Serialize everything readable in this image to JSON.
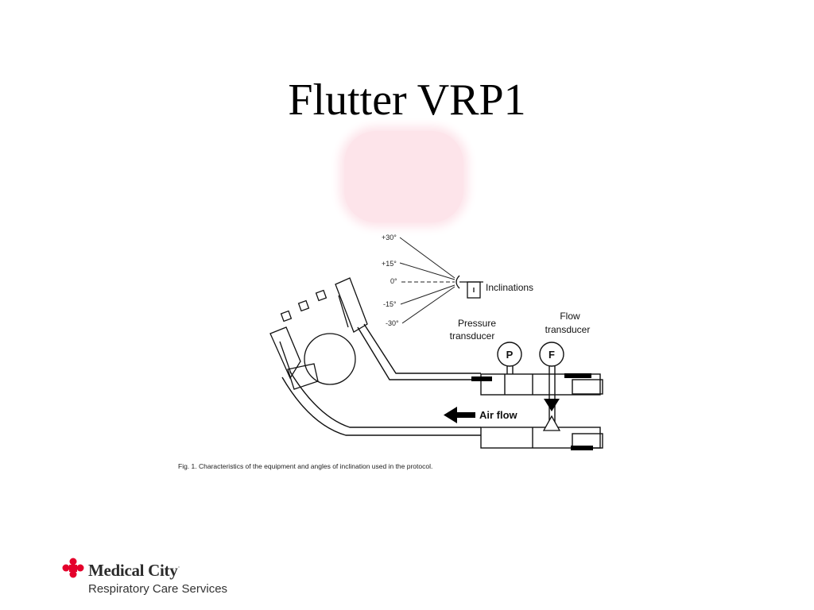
{
  "slide": {
    "title": "Flutter VRP1"
  },
  "diagram": {
    "angles": [
      "+30°",
      "+15°",
      "0°",
      "-15°",
      "-30°"
    ],
    "inclinations_label": "Inclinations",
    "pressure_label_line1": "Pressure",
    "pressure_label_line2": "transducer",
    "flow_label_line1": "Flow",
    "flow_label_line2": "transducer",
    "pressure_gauge_letter": "P",
    "flow_gauge_letter": "F",
    "airflow_label": "Air flow",
    "caption": "Fig. 1. Characteristics of the equipment and angles of inclination used in the protocol."
  },
  "logo": {
    "name": "Medical City",
    "trademark": "·",
    "subtitle": "Respiratory Care Services",
    "cross_color": "#e4002b"
  }
}
